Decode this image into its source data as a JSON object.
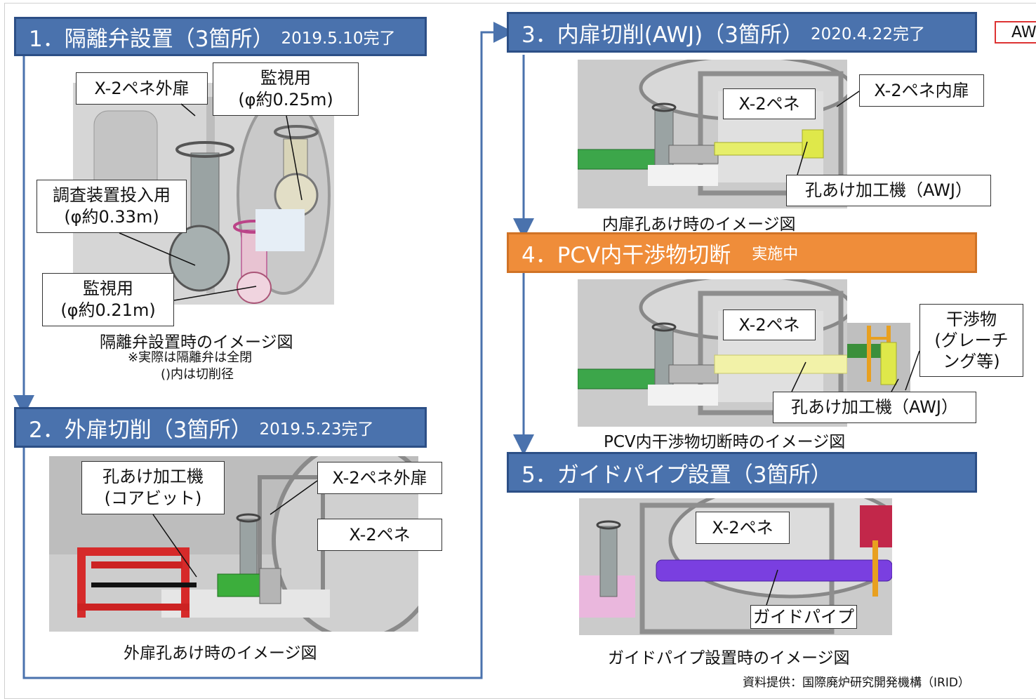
{
  "steps": [
    {
      "title": "1．隔離弁設置（3箇所）",
      "status": "2019.5.10完了"
    },
    {
      "title": "2．外扉切削（3箇所）",
      "status": "2019.5.23完了"
    },
    {
      "title": "3．内扉切削(AWJ)（3箇所）",
      "status": "2020.4.22完了"
    },
    {
      "title": "4．PCV内干渉物切断",
      "status": "実施中"
    },
    {
      "title": "5．ガイドパイプ設置（3箇所）",
      "status": ""
    }
  ],
  "step1": {
    "label_outer_door": "X-2ペネ外扉",
    "label_monitor_top_1": "監視用",
    "label_monitor_top_2": "(φ約0.25m)",
    "label_survey_1": "調査装置投入用",
    "label_survey_2": "(φ約0.33m)",
    "label_monitor_bottom_1": "監視用",
    "label_monitor_bottom_2": "(φ約0.21m)",
    "caption": "隔離弁設置時のイメージ図",
    "note_1": "※実際は隔離弁は全閉",
    "note_2": "()内は切削径"
  },
  "step2": {
    "label_drill_1": "孔あけ加工機",
    "label_drill_2": "(コアビット)",
    "label_outer_door": "X-2ペネ外扉",
    "label_pene": "X-2ペネ",
    "caption": "外扉孔あけ時のイメージ図"
  },
  "step3": {
    "label_pene": "X-2ペネ",
    "label_inner_door": "X-2ペネ内扉",
    "label_awj": "孔あけ加工機（AWJ）",
    "caption": "内扉孔あけ時のイメージ図"
  },
  "step4": {
    "label_pene": "X-2ペネ",
    "label_obstacle_1": "干渉物",
    "label_obstacle_2": "(グレーチ",
    "label_obstacle_3": "ング等)",
    "label_awj": "孔あけ加工機（AWJ）",
    "caption": "PCV内干渉物切断時のイメージ図"
  },
  "step5": {
    "label_pene": "X-2ペネ",
    "label_guide": "ガイドパイプ",
    "caption": "ガイドパイプ設置時のイメージ図"
  },
  "side_tag": "AW",
  "source": "資料提供：国際廃炉研究開発機構（IRID）"
}
